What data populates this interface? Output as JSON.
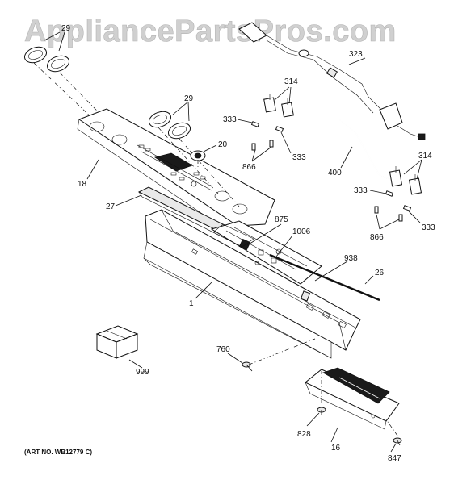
{
  "watermark": "AppliancePartsPros.com",
  "art_number": "(ART NO. WB12779 C)",
  "callouts": {
    "c29_top": "29",
    "c29": "29",
    "c18": "18",
    "c20": "20",
    "c27": "27",
    "c875": "875",
    "c1006": "1006",
    "c938": "938",
    "c26": "26",
    "c1": "1",
    "c999": "999",
    "c760": "760",
    "c828": "828",
    "c16": "16",
    "c847": "847",
    "c323": "323",
    "c314a": "314",
    "c333a": "333",
    "c333b": "333",
    "c866a": "866",
    "c400": "400",
    "c314b": "314",
    "c333c": "333",
    "c333d": "333",
    "c866b": "866"
  }
}
